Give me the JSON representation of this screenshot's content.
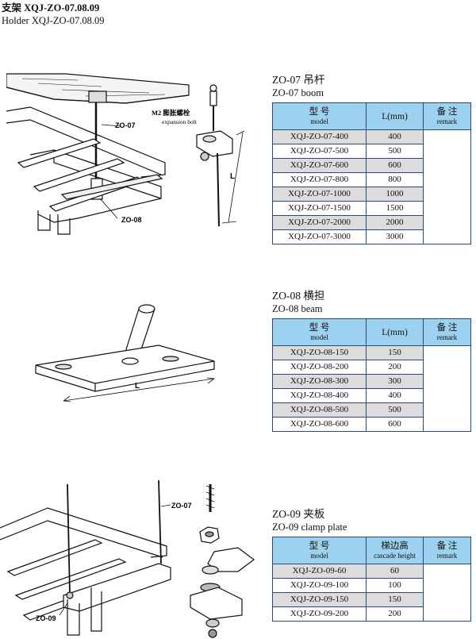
{
  "header": {
    "title_cn": "支架 XQJ-ZO-07.08.09",
    "title_en": "Holder XQJ-ZO-07.08.09"
  },
  "drawings": {
    "d1": {
      "zo07": "ZO-07",
      "zo08": "ZO-08",
      "bolt_cn": "M2 膨胀螺栓",
      "bolt_en": "expansion bolt",
      "dim": "L"
    },
    "d2": {
      "dim": "L"
    },
    "d3": {
      "zo07": "ZO-07",
      "zo09": "ZO-09"
    }
  },
  "sections": [
    {
      "title_cn": "ZO-07 吊杆",
      "title_en": "ZO-07 boom",
      "headers": {
        "model_cn": "型 号",
        "model_en": "model",
        "len": "L(mm)",
        "remark_cn": "备 注",
        "remark_en": "remark"
      },
      "rows": [
        [
          "XQJ-ZO-07-400",
          "400"
        ],
        [
          "XQJ-ZO-07-500",
          "500"
        ],
        [
          "XQJ-ZO-07-600",
          "600"
        ],
        [
          "XQJ-ZO-07-800",
          "800"
        ],
        [
          "XQJ-ZO-07-1000",
          "1000"
        ],
        [
          "XQJ-ZO-07-1500",
          "1500"
        ],
        [
          "XQJ-ZO-07-2000",
          "2000"
        ],
        [
          "XQJ-ZO-07-3000",
          "3000"
        ]
      ]
    },
    {
      "title_cn": "ZO-08 横担",
      "title_en": "ZO-08 beam",
      "headers": {
        "model_cn": "型 号",
        "model_en": "model",
        "len": "L(mm)",
        "remark_cn": "备 注",
        "remark_en": "remark"
      },
      "rows": [
        [
          "XQJ-ZO-08-150",
          "150"
        ],
        [
          "XQJ-ZO-08-200",
          "200"
        ],
        [
          "XQJ-ZO-08-300",
          "300"
        ],
        [
          "XQJ-ZO-08-400",
          "400"
        ],
        [
          "XQJ-ZO-08-500",
          "500"
        ],
        [
          "XQJ-ZO-08-600",
          "600"
        ]
      ]
    },
    {
      "title_cn": "ZO-09 夹板",
      "title_en": "ZO-09 clamp plate",
      "headers": {
        "model_cn": "型 号",
        "model_en": "model",
        "len_cn": "梯边高",
        "len_en": "cascade height",
        "remark_cn": "备 注",
        "remark_en": "remark"
      },
      "rows": [
        [
          "XQJ-ZO-09-60",
          "60"
        ],
        [
          "XQJ-ZO-09-100",
          "100"
        ],
        [
          "XQJ-ZO-09-150",
          "150"
        ],
        [
          "XQJ-ZO-09-200",
          "200"
        ]
      ]
    }
  ]
}
